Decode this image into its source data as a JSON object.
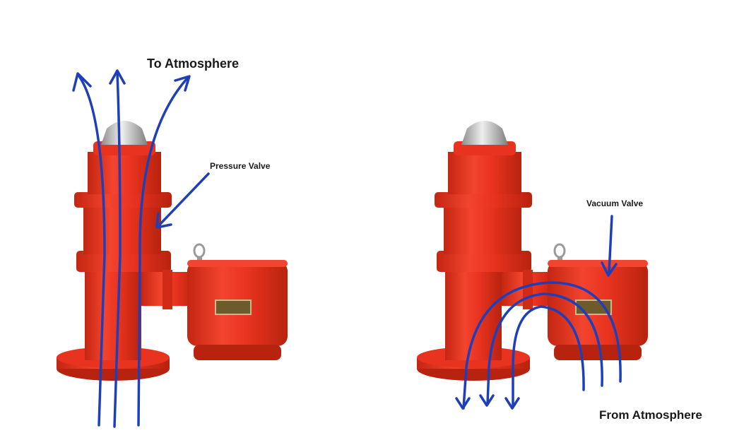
{
  "labels": {
    "to_atmosphere": "To Atmosphere",
    "pressure_valve": "Pressure Valve",
    "vacuum_valve": "Vacuum Valve",
    "from_atmosphere": "From Atmosphere"
  },
  "colors": {
    "valve_body": "#e8331f",
    "valve_shadow": "#b8230f",
    "valve_highlight": "#f76a55",
    "cone": "#c9c9c9",
    "plate": "#6f5a2b",
    "flow_arrow": "#1f3fb8",
    "text": "#1a1a1a"
  }
}
